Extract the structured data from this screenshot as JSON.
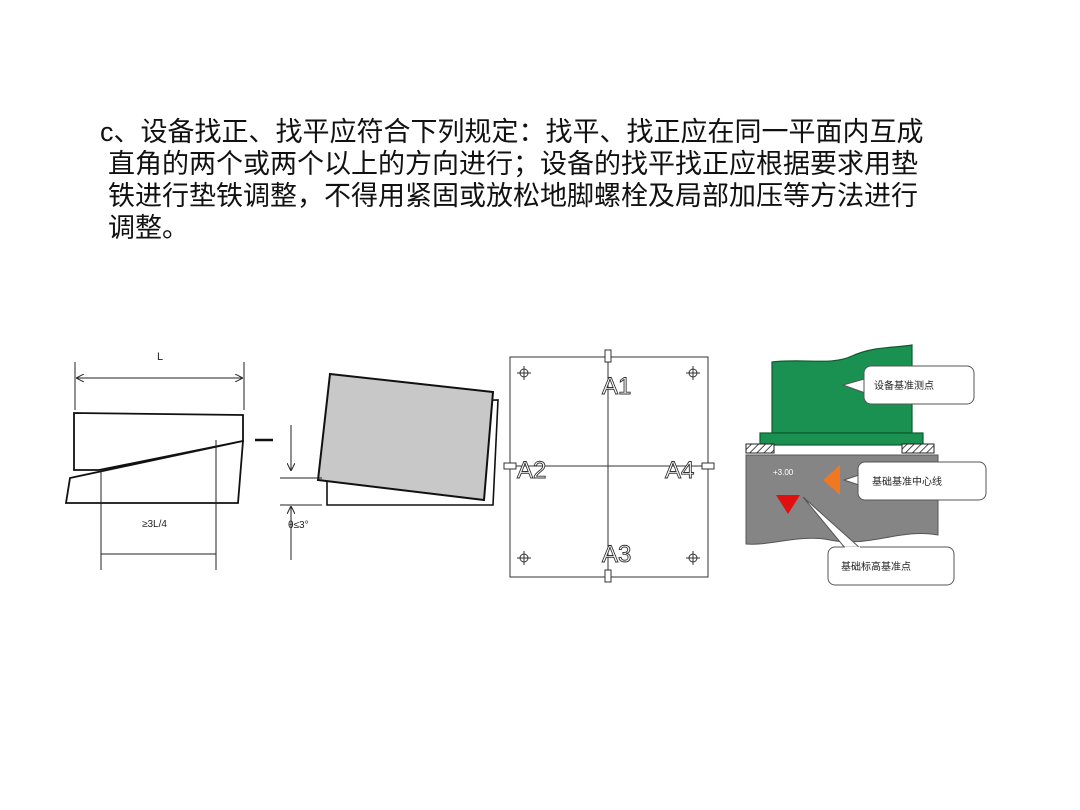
{
  "paragraph": {
    "prefix": "c",
    "lines": [
      "、设备找正、找平应符合下列规定：找平、找正应在同一平面内互成",
      "直角的两个或两个以上的方向进行；设备的找平找正应根据要求用垫",
      "铁进行垫铁调整，不得用紧固或放松地脚螺栓及局部加压等方法进行",
      "调整。"
    ]
  },
  "figure1": {
    "length_label": "L",
    "overlap_label": "≥3L/4",
    "angle_label": "θ≤3°"
  },
  "figure2": {
    "points": [
      "A1",
      "A2",
      "A3",
      "A4"
    ]
  },
  "figure3": {
    "callout_equipment": "设备基准测点",
    "callout_centerline": "基础基准中心线",
    "callout_elevation": "基础标高基准点",
    "elevation_value": "+3.00",
    "colors": {
      "equipment": "#1a9150",
      "foundation": "#858585",
      "centerline_marker": "#f07820",
      "elevation_marker": "#e01010"
    }
  }
}
